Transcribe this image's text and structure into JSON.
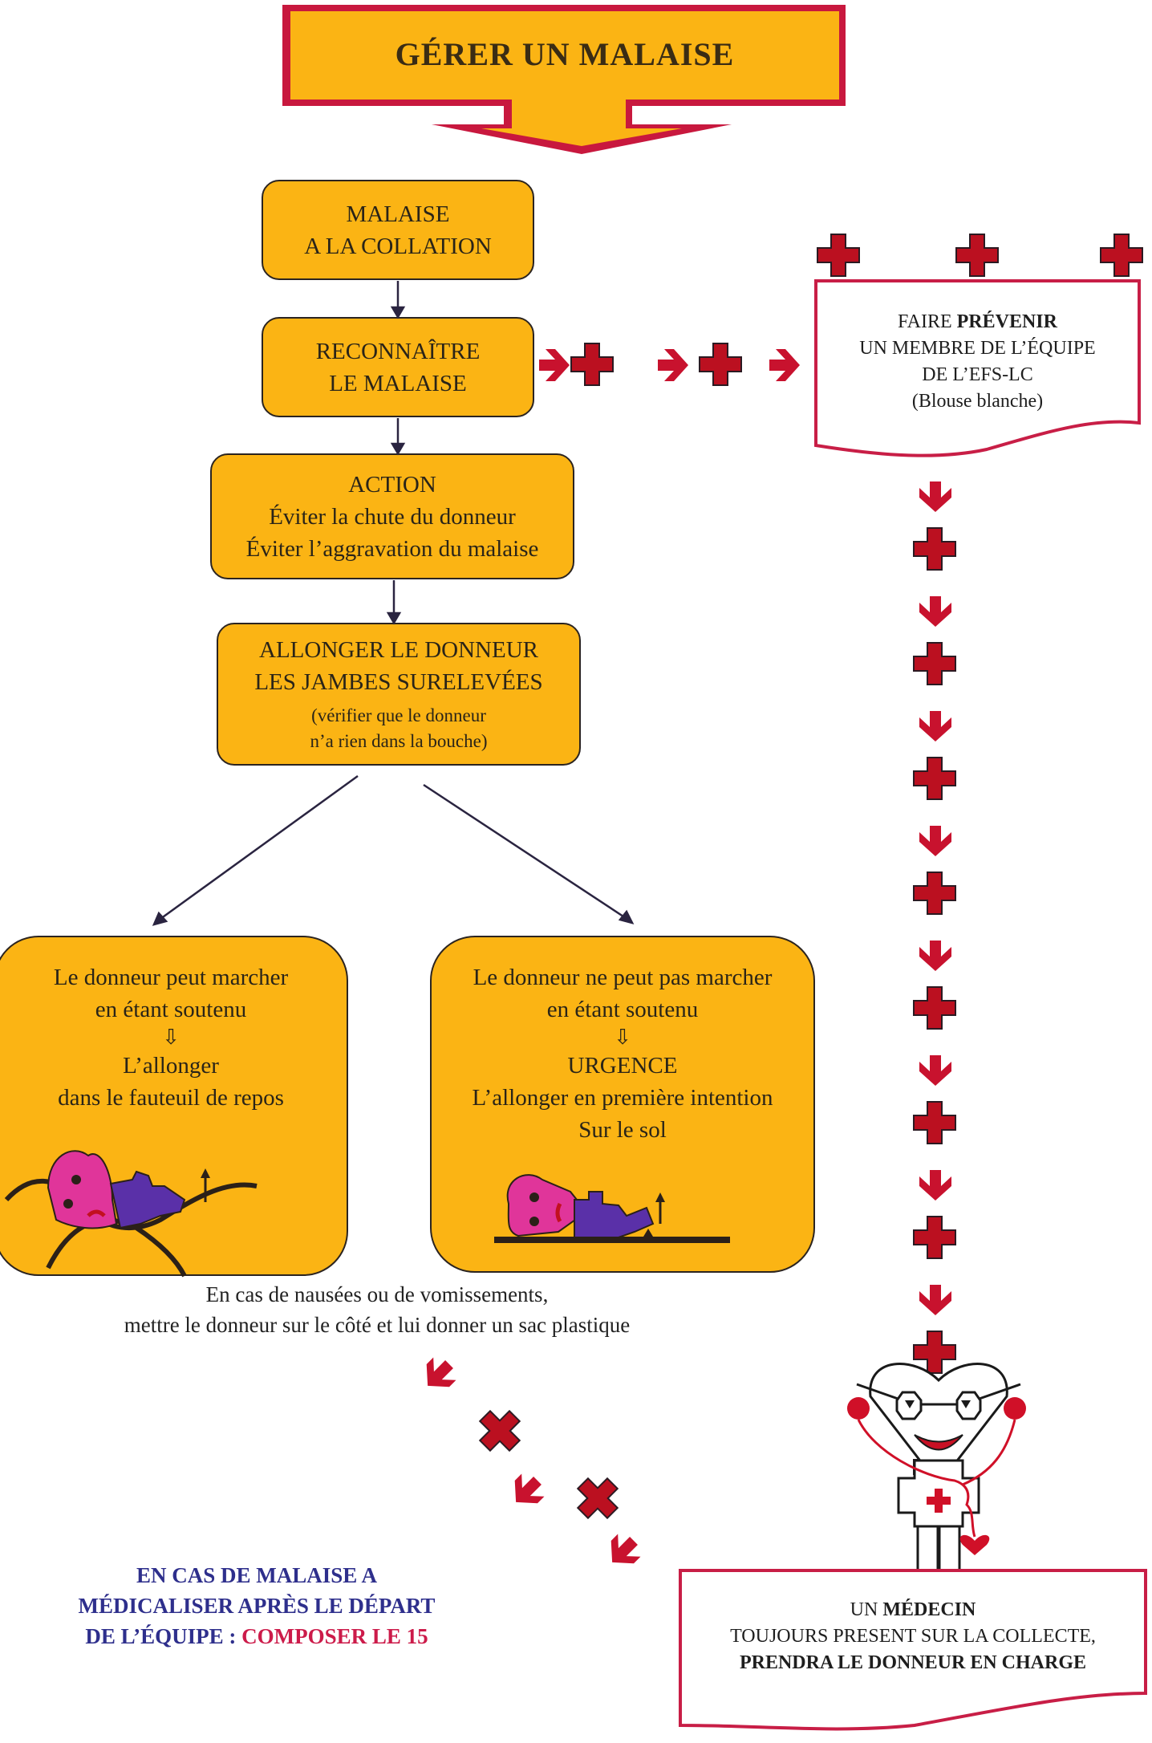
{
  "header": {
    "title": "GÉRER UN MALAISE"
  },
  "colors": {
    "box_fill": "#fbb414",
    "box_border": "#2b2420",
    "red": "#c8122e",
    "flag_border": "#c81e46",
    "blue_text": "#2e2f8c",
    "red_text": "#cc1b4a",
    "heart_pink": "#e0359a",
    "body_purple": "#5a30a8"
  },
  "flow": {
    "step1": {
      "line1": "MALAISE",
      "line2": "A LA COLLATION"
    },
    "step2": {
      "line1": "RECONNAÎTRE",
      "line2": "LE MALAISE"
    },
    "step3": {
      "heading": "ACTION",
      "line1": "Éviter la chute du donneur",
      "line2": "Éviter l’aggravation du malaise"
    },
    "step4": {
      "line1": "ALLONGER LE DONNEUR",
      "line2": "LES JAMBES SURELEVÉES",
      "note1": "(vérifier que le donneur",
      "note2": "n’a rien dans la bouche)"
    },
    "branch_left": {
      "line1": "Le donneur peut marcher",
      "line2": "en étant soutenu",
      "arrow": "⇩",
      "line3": "L’allonger",
      "line4": "dans le fauteuil de repos",
      "illustration": "donor-reclining-in-chair"
    },
    "branch_right": {
      "line1": "Le donneur ne peut pas marcher",
      "line2": "en étant soutenu",
      "arrow": "⇩",
      "line3": "URGENCE",
      "line4": "L’allonger en première intention",
      "line5": "Sur le sol",
      "illustration": "donor-lying-on-floor"
    }
  },
  "nausea_note": {
    "line1": "En cas de nausées ou de vomissements,",
    "line2": "mettre le donneur sur le côté et lui donner un sac plastique"
  },
  "alert_flag": {
    "word1": "FAIRE ",
    "word1_bold": "PRÉVENIR",
    "line2": "UN MEMBRE DE L’ÉQUIPE",
    "line3": "DE L’EFS-LC",
    "line4": "(Blouse blanche)"
  },
  "doctor_flag": {
    "line1_plain": "UN ",
    "line1_bold": "MÉDECIN",
    "line2": "TOUJOURS PRESENT SUR LA COLLECTE,",
    "line3": "PRENDRA LE DONNEUR EN CHARGE",
    "illustration": "heart-doctor-with-stethoscope"
  },
  "after_departure_note": {
    "line1": "EN CAS DE MALAISE A",
    "line2": "MÉDICALISER APRÈS LE DÉPART",
    "line3_blue": "DE L’ÉQUIPE : ",
    "line3_red": "COMPOSER LE 15"
  },
  "icons": {
    "cross": "red-cross-icon",
    "arrow": "red-arrow-icon"
  }
}
